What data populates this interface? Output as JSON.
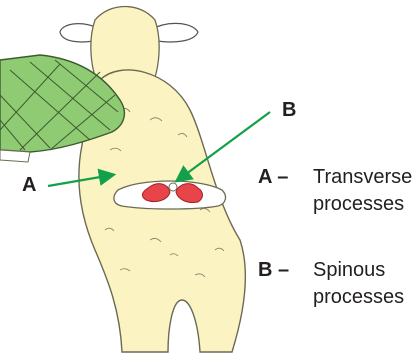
{
  "labels": {
    "a": "A",
    "b": "B"
  },
  "legend": [
    {
      "key": "A –",
      "text": "Transverse processes"
    },
    {
      "key": "B –",
      "text": "Spinous processes"
    }
  ],
  "colors": {
    "arrow": "#12a04a",
    "muscle": "#e8454a",
    "wool": "#fbf4c2",
    "glove": "#8fcb73",
    "ink": "#231f20"
  }
}
